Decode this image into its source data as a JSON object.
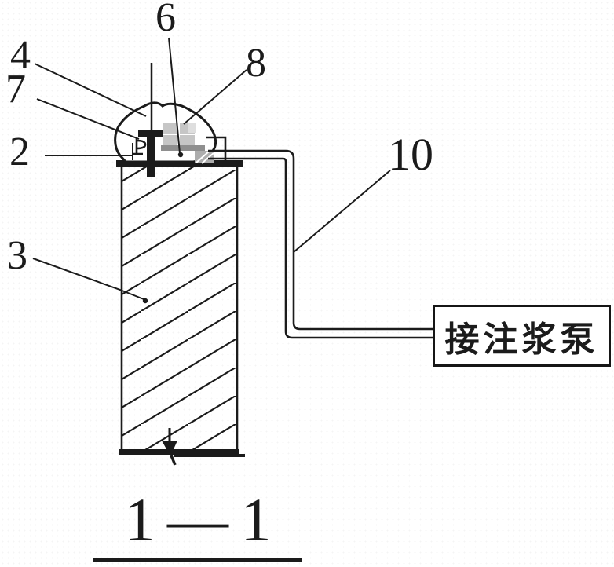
{
  "diagram": {
    "part_labels": {
      "l4": "4",
      "l6": "6",
      "l7": "7",
      "l8": "8",
      "l2": "2",
      "l3": "3",
      "l10": "10"
    },
    "pump_box": {
      "label": "接注浆泵"
    },
    "section_title": "1 — 1",
    "colors": {
      "line": "#1b1b1b",
      "component_light_gray": "#c6c6c6",
      "component_mid_gray": "#8f8f8f",
      "connector_gray": "#adadad",
      "background": "#ffffff"
    }
  }
}
